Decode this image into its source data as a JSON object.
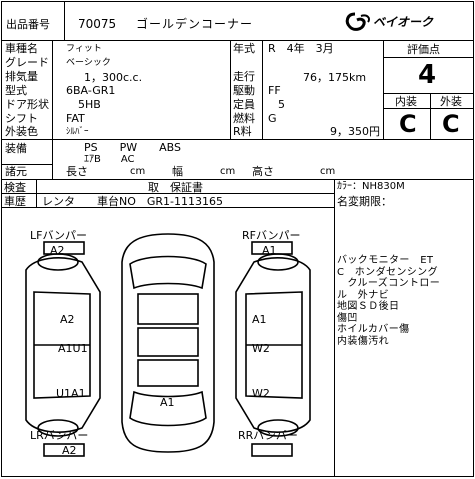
{
  "header": {
    "lot_label": "出品番号",
    "lot_number": "70075",
    "auction_name": "ゴールデンコーナー",
    "logo_text": "ベイオーク"
  },
  "specs": {
    "name_label": "車種名",
    "name_value": "フィット",
    "grade_label": "グレード",
    "grade_value": "ベーシック",
    "cc_label": "排気量",
    "cc_value": "1，300c.c.",
    "model_label": "型式",
    "model_value": "6BA-GR1",
    "door_label": "ドア形状",
    "door_value": "5HB",
    "shift_label": "シフト",
    "shift_value": "FAT",
    "color_label": "外装色",
    "color_value": "ｼﾙﾊﾞｰ"
  },
  "right_specs": {
    "year_label": "年式",
    "year_value": "R　4年　3月",
    "mileage_label": "走行",
    "mileage_value": "76，175km",
    "drive_label": "駆動",
    "drive_value": "FF",
    "capacity_label": "定員",
    "capacity_value": "5",
    "fuel_label": "燃料",
    "fuel_value": "G",
    "rtax_label": "R料",
    "rtax_value": "9，350円"
  },
  "grades": {
    "score_label": "評価点",
    "score_value": "4",
    "interior_label": "内装",
    "interior_value": "C",
    "exterior_label": "外装",
    "exterior_value": "C"
  },
  "equipment": {
    "label": "装備",
    "line1": "PS　　PW　　ABS",
    "line2": "ｴｱB　　AC"
  },
  "dimensions": {
    "label": "諸元",
    "length": "長さ",
    "cm1": "cm",
    "width": "幅",
    "cm2": "cm",
    "height": "高さ",
    "cm3": "cm"
  },
  "inspection": {
    "inspection_label": "検査",
    "history_label": "車歴",
    "certificate": "取　保証書",
    "history_value": "レンタ　　車台NO　GR1-1113165"
  },
  "notes": {
    "color_code": "ｶﾗｰ：NH830M",
    "title_date": "名変期限：",
    "equipment_notes": "バックモニター　ET\nC　ホンダセンシング\n　クルーズコントロー\nル　外ナビ\n地図ＳＤ後日\n傷凹\nホイルカバー傷\n内装傷汚れ"
  },
  "diagram": {
    "lf_bumper_label": "LFバンパー",
    "lf_bumper_value": "A2",
    "rf_bumper_label": "RFバンパー",
    "rf_bumper_value": "A1",
    "left_door_front": "A2",
    "left_door_rear": "A1U1",
    "right_door_front": "A1",
    "right_door_rear": "W2",
    "left_quarter": "U1A1",
    "trunk": "A1",
    "right_quarter": "W2",
    "lr_bumper_label": "LRバンパー",
    "lr_bumper_value": "A2",
    "rr_bumper_label": "RRバンパー",
    "rr_bumper_value": ""
  }
}
